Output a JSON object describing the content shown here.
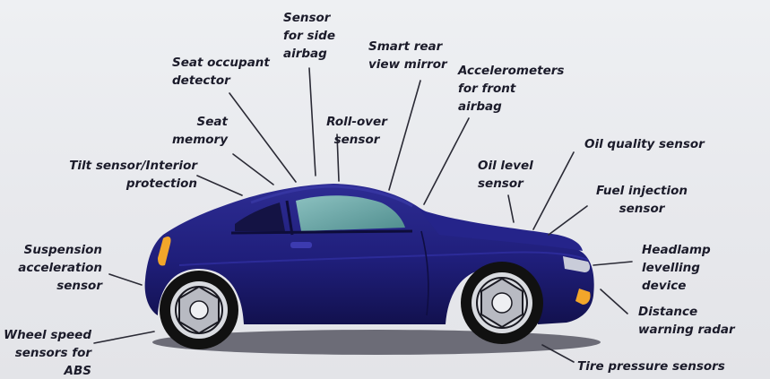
{
  "diagram": {
    "labels": {
      "sensor_side_airbag": "Sensor\nfor side\nairbag",
      "smart_rear_view_mirror": "Smart rear\nview mirror",
      "seat_occupant_detector": "Seat occupant\ndetector",
      "accelerometers_front_airbag": "Accelerometers\nfor front\nairbag",
      "seat_memory": "Seat\nmemory",
      "roll_over_sensor": "Roll-over\nsensor",
      "tilt_sensor_interior_protection": "Tilt sensor/Interior\nprotection",
      "oil_quality_sensor": "Oil quality sensor",
      "oil_level_sensor": "Oil level\nsensor",
      "fuel_injection_sensor": "Fuel injection\nsensor",
      "suspension_acceleration_sensor": "Suspension\nacceleration\nsensor",
      "headlamp_levelling_device": "Headlamp levelling\ndevice",
      "distance_warning_radar": "Distance\nwarning radar",
      "wheel_speed_sensors_abs": "Wheel speed\nsensors for ABS",
      "tire_pressure_sensors": "Tire pressure sensors"
    },
    "colors": {
      "car_body": "#1f1e7a",
      "car_body_dark": "#12114e",
      "glass": "#6fa9a9",
      "light_amber": "#f2a62a",
      "tire": "#111111",
      "rim": "#d9dbe0",
      "leader_line": "#2a2a35"
    }
  }
}
